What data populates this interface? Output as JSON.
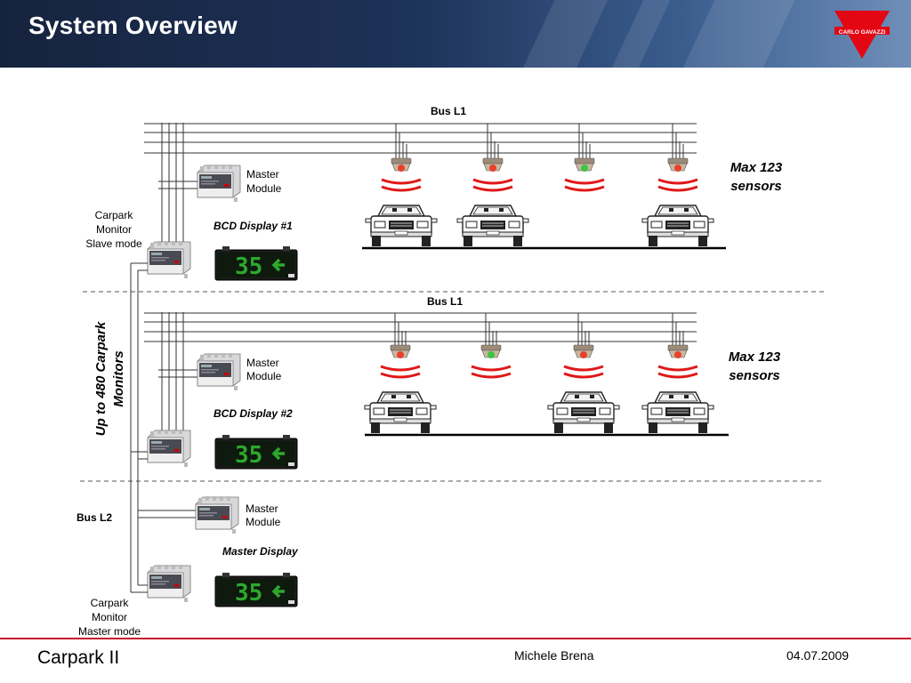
{
  "header": {
    "title": "System Overview",
    "logo_text": "CARLO GAVAZZI"
  },
  "section1": {
    "bus_label": "Bus L1",
    "master_module": [
      "Master",
      "Module"
    ],
    "slave_monitor": [
      "Carpark",
      "Monitor",
      "Slave mode"
    ],
    "display_label": "BCD Display #1",
    "display_value": "35",
    "max_sensors": [
      "Max 123",
      "sensors"
    ],
    "sensor_states": [
      "red",
      "red",
      "green",
      "red"
    ],
    "car_slots": [
      true,
      true,
      false,
      true
    ]
  },
  "section2": {
    "bus_label": "Bus L1",
    "master_module": [
      "Master",
      "Module"
    ],
    "display_label": "BCD Display #2",
    "display_value": "35",
    "max_sensors": [
      "Max 123",
      "sensors"
    ],
    "sensor_states": [
      "red",
      "green",
      "red",
      "red"
    ],
    "car_slots": [
      true,
      false,
      true,
      true
    ]
  },
  "section3": {
    "bus_label": "Bus L2",
    "master_module": [
      "Master",
      "Module"
    ],
    "display_label": "Master Display",
    "display_value": "35",
    "master_monitor": [
      "Carpark",
      "Monitor",
      "Master mode"
    ]
  },
  "side_label": [
    "Up to 480 Carpark",
    "Monitors"
  ],
  "colors": {
    "sensor_red": "#e8412a",
    "sensor_green": "#3ec43e",
    "wave": "#e01818",
    "accent": "#c8102e"
  },
  "footer": {
    "left": "Carpark II",
    "author": "Michele Brena",
    "date": "04.07.2009"
  }
}
